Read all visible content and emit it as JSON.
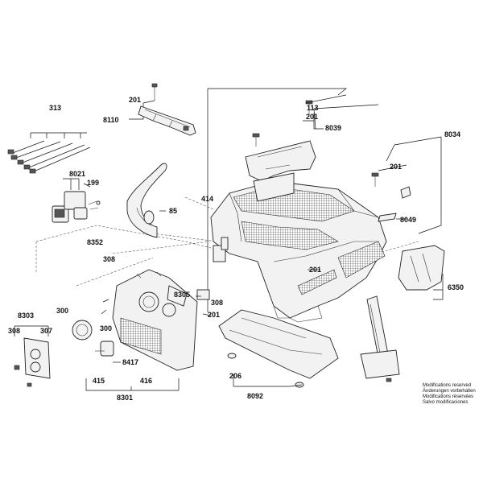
{
  "labels": {
    "l313": "313",
    "l8021": "8021",
    "l199": "199",
    "l201a": "201",
    "l8110": "8110",
    "l85": "85",
    "l414": "414",
    "l113": "113",
    "l201b": "201",
    "l8039": "8039",
    "l8034": "8034",
    "l201c": "201",
    "l8049": "8049",
    "l201d": "201",
    "l8352": "8352",
    "l308a": "308",
    "l8305": "8305",
    "l308b": "308",
    "l201e": "201",
    "l6350": "6350",
    "l8303": "8303",
    "l300a": "300",
    "l300b": "300",
    "l308c": "308",
    "l307": "307",
    "l8417": "8417",
    "l415": "415",
    "l416": "416",
    "l8301": "8301",
    "l206": "206",
    "l8092": "8092"
  },
  "notes": [
    "Modifications reserved",
    "Änderungen vorbehalten",
    "Modifications réservées",
    "Salvo modificaciones"
  ]
}
